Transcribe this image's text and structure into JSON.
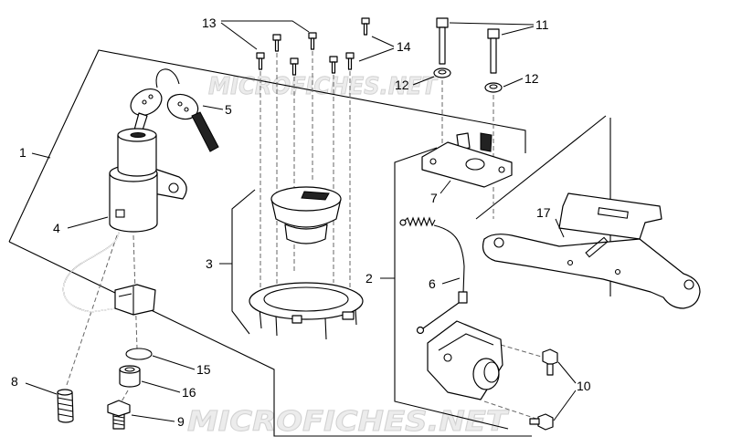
{
  "diagram": {
    "watermarks": [
      "MICROFICHES.NET",
      "MICROFICHES.NET"
    ],
    "callouts": [
      "13",
      "11",
      "14",
      "12",
      "12",
      "5",
      "1",
      "7",
      "17",
      "4",
      "3",
      "2",
      "6",
      "15",
      "8",
      "10",
      "16",
      "9"
    ]
  }
}
